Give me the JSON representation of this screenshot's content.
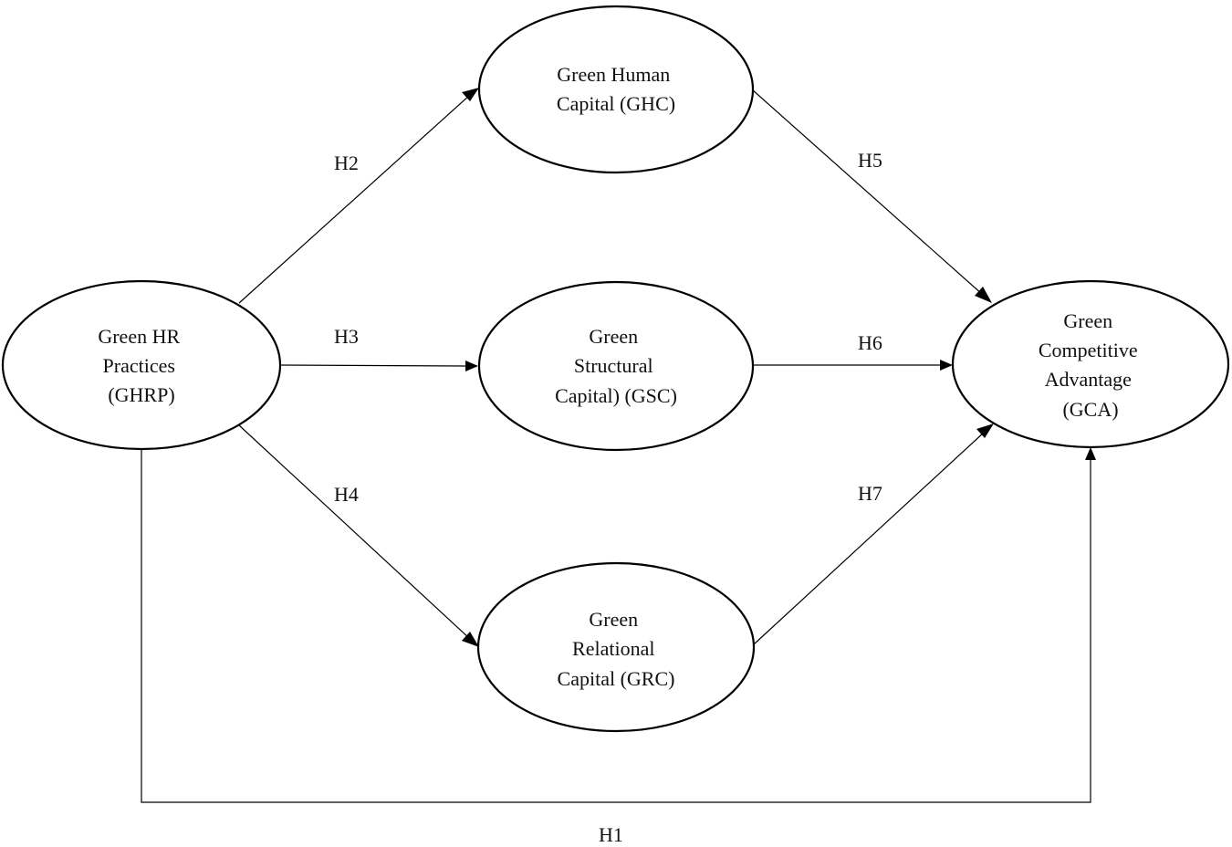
{
  "nodes": {
    "ghrp": {
      "lines": [
        "Green HR",
        "Practices",
        "(GHRP)"
      ]
    },
    "ghc": {
      "lines": [
        "Green Human",
        "Capital (GHC)"
      ]
    },
    "gsc": {
      "lines": [
        "Green",
        "Structural",
        "Capital) (GSC)"
      ]
    },
    "grc": {
      "lines": [
        "Green",
        "Relational",
        "Capital (GRC)"
      ]
    },
    "gca": {
      "lines": [
        "Green",
        "Competitive",
        "Advantage",
        "(GCA)"
      ]
    }
  },
  "edges": {
    "h1": {
      "label": "H1",
      "from": "Green HR Practices (GHRP)",
      "to": "Green Competitive Advantage (GCA)"
    },
    "h2": {
      "label": "H2",
      "from": "Green HR Practices (GHRP)",
      "to": "Green Human Capital (GHC)"
    },
    "h3": {
      "label": "H3",
      "from": "Green HR Practices (GHRP)",
      "to": "Green Structural Capital) (GSC)"
    },
    "h4": {
      "label": "H4",
      "from": "Green HR Practices (GHRP)",
      "to": "Green Relational Capital (GRC)"
    },
    "h5": {
      "label": "H5",
      "from": "Green Human Capital (GHC)",
      "to": "Green Competitive Advantage (GCA)"
    },
    "h6": {
      "label": "H6",
      "from": "Green Structural Capital) (GSC)",
      "to": "Green Competitive Advantage (GCA)"
    },
    "h7": {
      "label": "H7",
      "from": "Green Relational Capital (GRC)",
      "to": "Green Competitive Advantage (GCA)"
    }
  },
  "colors": {
    "stroke": "#000000",
    "fill": "#ffffff",
    "text": "#111111"
  }
}
